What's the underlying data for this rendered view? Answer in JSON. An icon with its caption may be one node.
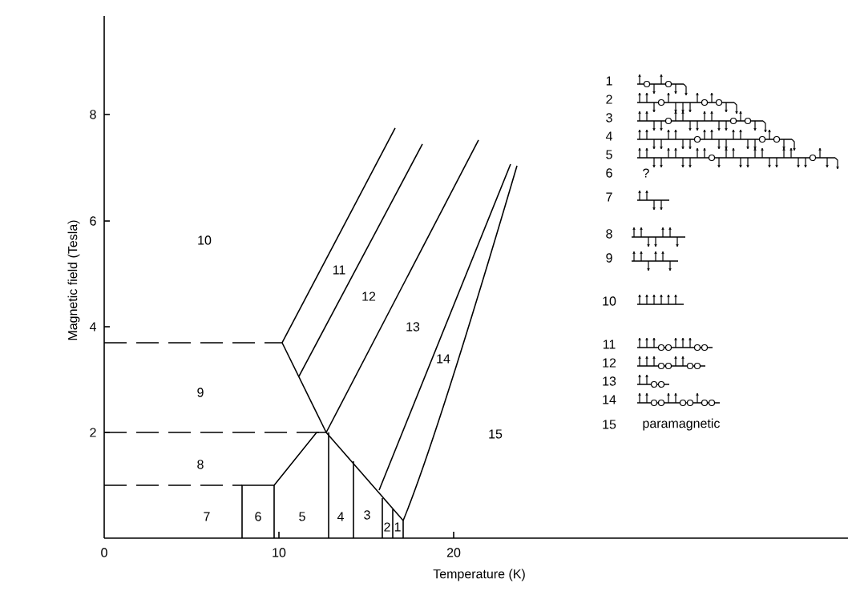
{
  "diagram": {
    "labels": [
      "Magnetic field (Tesla)",
      "Temperature (K)",
      "0",
      "10",
      "20",
      "2",
      "4",
      "6",
      "8",
      "10",
      "11",
      "12",
      "13",
      "14",
      "9",
      "8",
      "15",
      "7",
      "6",
      "5",
      "4",
      "3",
      "2",
      "1",
      "1",
      "2",
      "3",
      "4",
      "5",
      "6",
      "?",
      "7",
      "8",
      "9",
      "10",
      "11",
      "12",
      "13",
      "14",
      "15",
      "paramagnetic"
    ]
  }
}
